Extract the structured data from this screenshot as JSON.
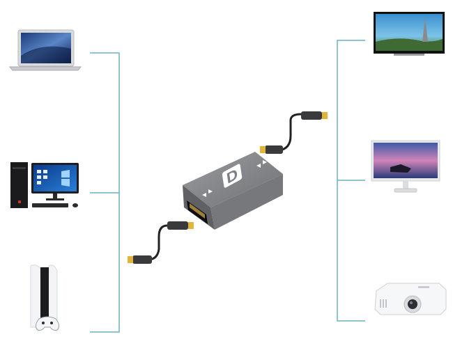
{
  "diagram": {
    "center_device": "displayport-coupler-adapter",
    "center_label": "D",
    "left_devices": [
      {
        "id": "laptop",
        "icon": "laptop-icon"
      },
      {
        "id": "desktop-pc",
        "icon": "desktop-computer-icon"
      },
      {
        "id": "game-console",
        "icon": "game-console-icon"
      }
    ],
    "right_devices": [
      {
        "id": "television",
        "icon": "tv-icon"
      },
      {
        "id": "monitor",
        "icon": "monitor-icon"
      },
      {
        "id": "projector",
        "icon": "projector-icon"
      }
    ],
    "colors": {
      "connector_line": "#6ab0c4",
      "adapter_body": "#7d7f83",
      "adapter_face": "#5f6164",
      "plug_gold": "#e2b43a",
      "cable": "#222222"
    }
  }
}
